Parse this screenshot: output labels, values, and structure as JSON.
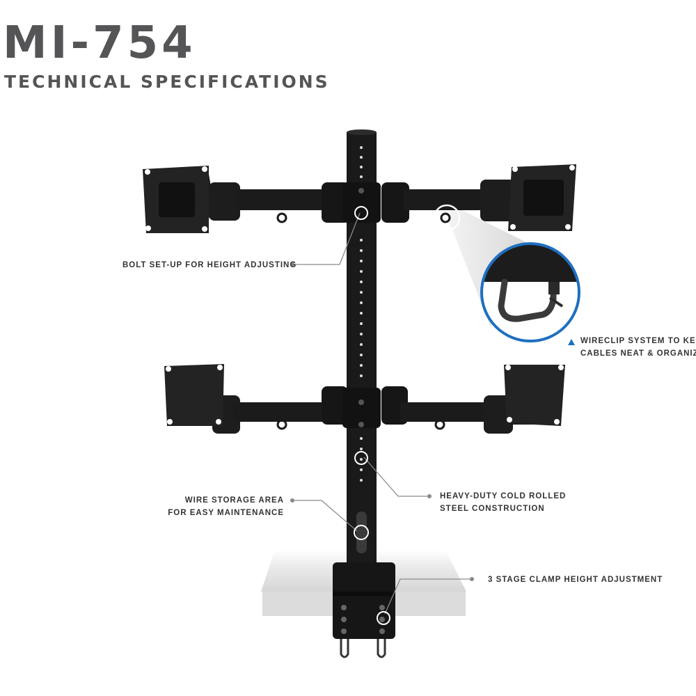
{
  "header": {
    "model": "MI-754",
    "subtitle": "TECHNICAL SPECIFICATIONS"
  },
  "callouts": {
    "bolt": "BOLT SET-UP FOR HEIGHT ADJUSTING",
    "wireclip": {
      "line1": "WIRECLIP SYSTEM TO KEEP",
      "line2": "CABLES NEAT & ORGANIZED"
    },
    "wire_storage": {
      "line1": "WIRE STORAGE AREA",
      "line2": "FOR EASY MAINTENANCE"
    },
    "steel": {
      "line1": "HEAVY-DUTY COLD ROLLED",
      "line2": "STEEL CONSTRUCTION"
    },
    "clamp": "3 STAGE CLAMP HEIGHT ADJUSTMENT"
  },
  "colors": {
    "text": "#555557",
    "product": "#1a1a1a",
    "accent": "#1e6fc0",
    "leader": "#8a8a8a"
  }
}
